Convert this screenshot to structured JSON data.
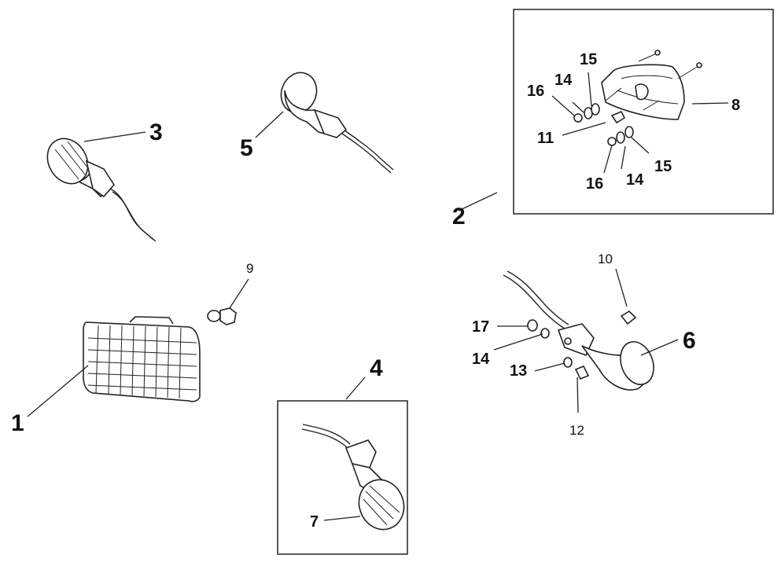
{
  "diagram": {
    "labels": {
      "l1": "1",
      "l2": "2",
      "l3": "3",
      "l4": "4",
      "l5": "5",
      "l6": "6",
      "l7": "7",
      "l8": "8",
      "l9": "9",
      "l10": "10",
      "l11": "11",
      "l12": "12",
      "l13": "13",
      "l14a": "14",
      "l14b": "14",
      "l14c": "14",
      "l15a": "15",
      "l15b": "15",
      "l16a": "16",
      "l16b": "16",
      "l17": "17"
    }
  }
}
